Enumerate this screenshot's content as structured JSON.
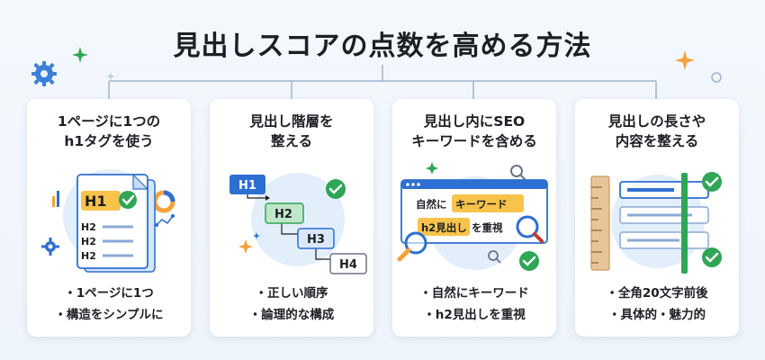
{
  "title": "見出しスコアの点数を高める方法",
  "colors": {
    "blue": "#2d6fd0",
    "green": "#2fa655",
    "orange": "#f4a23c",
    "highlight": "#f7c34a",
    "light_blue": "#d9e9fb"
  },
  "cards": [
    {
      "title_lines": [
        "1ページに1つの",
        "h1タグを使う"
      ],
      "bullets": [
        "・1ページに1つ",
        "・構造をシンプルに"
      ],
      "illustration": {
        "icon": "document-heading-icon",
        "labels": [
          "H1",
          "H2",
          "H2",
          "H2"
        ]
      }
    },
    {
      "title_lines": [
        "見出し階層を",
        "整える"
      ],
      "bullets": [
        "・正しい順序",
        "・論理的な構成"
      ],
      "illustration": {
        "icon": "heading-hierarchy-icon",
        "labels": [
          "H1",
          "H2",
          "H3",
          "H4"
        ]
      }
    },
    {
      "title_lines": [
        "見出し内にSEO",
        "キーワードを含める"
      ],
      "bullets": [
        "・自然にキーワード",
        "・h2見出しを重視"
      ],
      "illustration": {
        "icon": "browser-keyword-icon",
        "line1_prefix": "自然に",
        "line1_highlight": "キーワード",
        "line2_highlight": "h2見出し",
        "line2_suffix": "を重視"
      }
    },
    {
      "title_lines": [
        "見出しの長さや",
        "内容を整える"
      ],
      "bullets": [
        "・全角20文字前後",
        "・具体的・魅力的"
      ],
      "illustration": {
        "icon": "ruler-length-icon"
      }
    }
  ]
}
